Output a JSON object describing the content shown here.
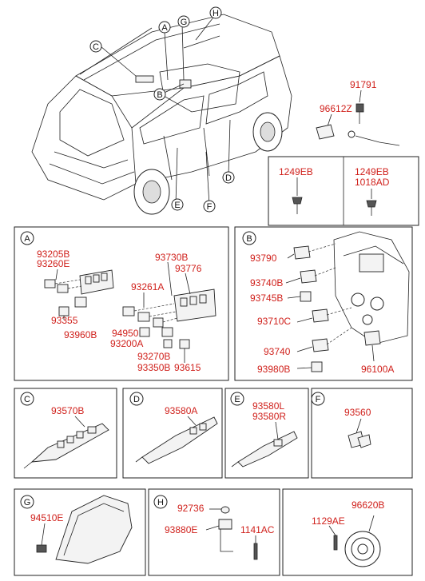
{
  "vehicle_callouts": [
    "A",
    "B",
    "C",
    "D",
    "E",
    "F",
    "G",
    "H"
  ],
  "top_right": {
    "p96612Z": "96612Z",
    "p91791": "91791",
    "p1249EB_left": "1249EB",
    "p1249EB_right": "1249EB",
    "p1018AD": "1018AD"
  },
  "panel_a": {
    "letter": "A",
    "parts": [
      "93205B",
      "93260E",
      "93355",
      "93960B",
      "93730B",
      "93776",
      "93261A",
      "94950",
      "93200A",
      "93270B",
      "93350B",
      "93615"
    ]
  },
  "panel_b": {
    "letter": "B",
    "parts": [
      "93790",
      "93740B",
      "93745B",
      "93710C",
      "93740",
      "93980B",
      "96100A"
    ]
  },
  "panel_c": {
    "letter": "C",
    "parts": [
      "93570B"
    ]
  },
  "panel_d": {
    "letter": "D",
    "parts": [
      "93580A"
    ]
  },
  "panel_e": {
    "letter": "E",
    "parts": [
      "93580L",
      "93580R"
    ]
  },
  "panel_f": {
    "letter": "F",
    "parts": [
      "93560"
    ]
  },
  "panel_g": {
    "letter": "G",
    "parts": [
      "94510E"
    ]
  },
  "panel_h": {
    "letter": "H",
    "parts": [
      "92736",
      "93880E",
      "1141AC"
    ]
  },
  "panel_horn": {
    "parts": [
      "96620B",
      "1129AE"
    ]
  },
  "colors": {
    "part_number": "#d0211c",
    "line": "#222222"
  }
}
